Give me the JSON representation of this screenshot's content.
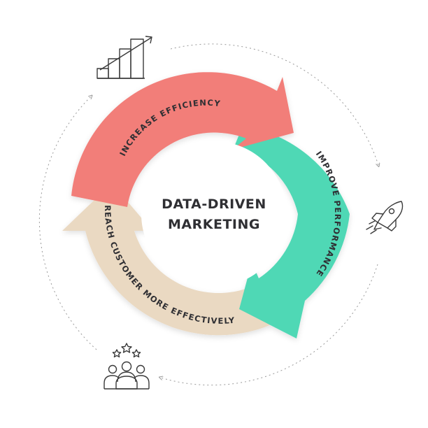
{
  "title": {
    "line1": "DATA-DRIVEN",
    "line2": "MARKETING"
  },
  "steps": [
    {
      "label": "INCREASE EFFICIENCY",
      "color": "#f27e79",
      "icon": "growth-chart-icon"
    },
    {
      "label": "IMPROVE PERFORMANCE",
      "color": "#4fd8b5",
      "icon": "rocket-icon"
    },
    {
      "label": "REACH CUSTOMER MORE EFFECTIVELY",
      "color": "#ead9c2",
      "icon": "customer-stars-icon"
    }
  ],
  "colors": {
    "text": "#2f2f33",
    "icon_stroke": "#3a3a3a",
    "dashed_ring": "#9a9a9a"
  }
}
